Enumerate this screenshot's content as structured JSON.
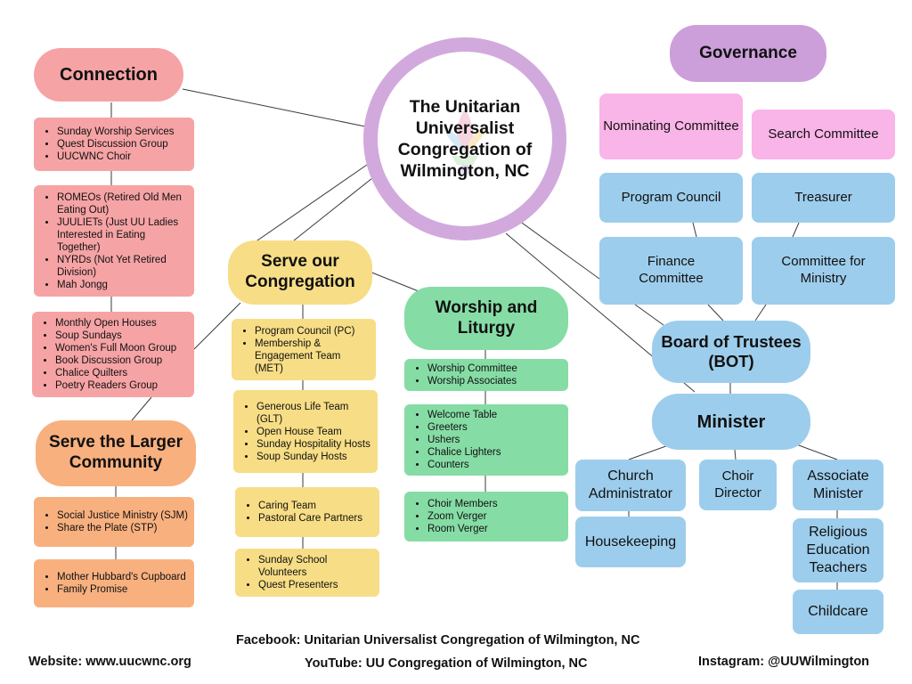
{
  "center": {
    "title": "The Unitarian Universalist Congregation of Wilmington, NC"
  },
  "connection": {
    "title": "Connection",
    "group1": [
      "Sunday Worship Services",
      "Quest Discussion Group",
      "UUCWNC Choir"
    ],
    "group2": [
      "ROMEOs (Retired Old Men Eating Out)",
      "JUULIETs (Just UU Ladies Interested in Eating Together)",
      "NYRDs (Not Yet Retired Division)",
      "Mah Jongg"
    ],
    "group3": [
      "Monthly Open Houses",
      "Soup Sundays",
      "Women's Full Moon Group",
      "Book Discussion Group",
      "Chalice Quilters",
      "Poetry Readers Group"
    ]
  },
  "serve_larger": {
    "title": "Serve the Larger Community",
    "group1": [
      "Social Justice Ministry (SJM)",
      "Share the Plate (STP)"
    ],
    "group2": [
      "Mother Hubbard's Cupboard",
      "Family Promise"
    ]
  },
  "serve_congregation": {
    "title": "Serve our Congregation",
    "group1": [
      "Program Council (PC)",
      "Membership & Engagement Team (MET)"
    ],
    "group2": [
      "Generous Life Team (GLT)",
      "Open House Team",
      "Sunday Hospitality Hosts",
      "Soup Sunday Hosts"
    ],
    "group3": [
      "Caring Team",
      "Pastoral Care Partners"
    ],
    "group4": [
      "Sunday School Volunteers",
      "Quest Presenters"
    ]
  },
  "worship": {
    "title": "Worship and Liturgy",
    "group1": [
      "Worship Committee",
      "Worship Associates"
    ],
    "group2": [
      "Welcome Table",
      "Greeters",
      "Ushers",
      "Chalice Lighters",
      "Counters"
    ],
    "group3": [
      "Choir Members",
      "Zoom Verger",
      "Room Verger"
    ]
  },
  "governance": {
    "title": "Governance",
    "nominating": "Nominating Committee",
    "search": "Search Committee",
    "program_council": "Program Council",
    "treasurer": "Treasurer",
    "finance": "Finance Committee",
    "ministry_committee": "Committee for Ministry",
    "board": "Board of Trustees (BOT)"
  },
  "minister": {
    "title": "Minister",
    "church_admin": "Church Administrator",
    "housekeeping": "Housekeeping",
    "choir_director": "Choir Director",
    "associate_minister": "Associate Minister",
    "re_teachers": "Religious Education Teachers",
    "childcare": "Childcare"
  },
  "footer": {
    "facebook": "Facebook: Unitarian Universalist Congregation of Wilmington, NC",
    "website": "Website: www.uucwnc.org",
    "youtube": "YouTube: UU Congregation of Wilmington, NC",
    "instagram": "Instagram: @UUWilmington"
  },
  "colors": {
    "pink": "#f6a3a5",
    "yellow": "#f7dd85",
    "green": "#86dca5",
    "orange": "#f8b07f",
    "blue": "#9dcdec",
    "purple": "#cc9fdb",
    "light_pink": "#f9b4e8"
  }
}
